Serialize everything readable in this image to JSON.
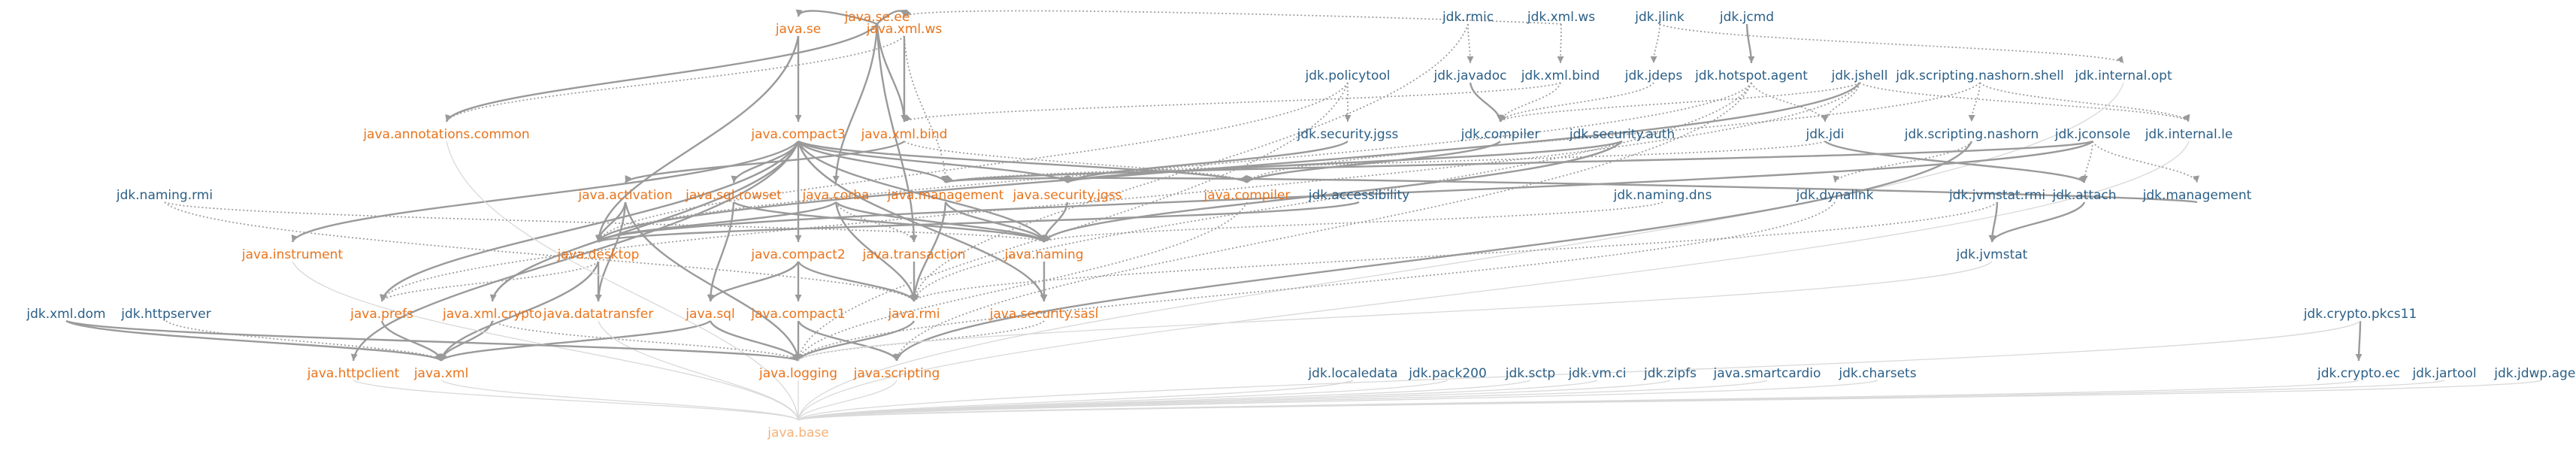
{
  "colors": {
    "java_module": "#e8741c",
    "jdk_module": "#2b5f86",
    "base_module": "#f4b27a",
    "edge": "#9a9a9a",
    "edge_faint": "#d9d9d9"
  },
  "nodes": [
    {
      "id": "java.se.ee",
      "group": "java"
    },
    {
      "id": "java.se",
      "group": "java"
    },
    {
      "id": "java.xml.ws",
      "group": "java"
    },
    {
      "id": "java.annotations.common",
      "group": "java"
    },
    {
      "id": "java.compact3",
      "group": "java"
    },
    {
      "id": "java.xml.bind",
      "group": "java"
    },
    {
      "id": "java.activation",
      "group": "java"
    },
    {
      "id": "java.sql.rowset",
      "group": "java"
    },
    {
      "id": "java.corba",
      "group": "java"
    },
    {
      "id": "java.management",
      "group": "java"
    },
    {
      "id": "java.security.jgss",
      "group": "java"
    },
    {
      "id": "java.compiler",
      "group": "java"
    },
    {
      "id": "java.instrument",
      "group": "java"
    },
    {
      "id": "java.desktop",
      "group": "java"
    },
    {
      "id": "java.compact2",
      "group": "java"
    },
    {
      "id": "java.transaction",
      "group": "java"
    },
    {
      "id": "java.naming",
      "group": "java"
    },
    {
      "id": "java.prefs",
      "group": "java"
    },
    {
      "id": "java.xml.crypto",
      "group": "java"
    },
    {
      "id": "java.datatransfer",
      "group": "java"
    },
    {
      "id": "java.sql",
      "group": "java"
    },
    {
      "id": "java.compact1",
      "group": "java"
    },
    {
      "id": "java.rmi",
      "group": "java"
    },
    {
      "id": "java.security.sasl",
      "group": "java"
    },
    {
      "id": "java.httpclient",
      "group": "java"
    },
    {
      "id": "java.xml",
      "group": "java"
    },
    {
      "id": "java.logging",
      "group": "java"
    },
    {
      "id": "java.scripting",
      "group": "java"
    },
    {
      "id": "java.base",
      "group": "base"
    },
    {
      "id": "jdk.rmic",
      "group": "jdk"
    },
    {
      "id": "jdk.xml.ws",
      "group": "jdk"
    },
    {
      "id": "jdk.jlink",
      "group": "jdk"
    },
    {
      "id": "jdk.jcmd",
      "group": "jdk"
    },
    {
      "id": "jdk.policytool",
      "group": "jdk"
    },
    {
      "id": "jdk.javadoc",
      "group": "jdk"
    },
    {
      "id": "jdk.xml.bind",
      "group": "jdk"
    },
    {
      "id": "jdk.jdeps",
      "group": "jdk"
    },
    {
      "id": "jdk.hotspot.agent",
      "group": "jdk"
    },
    {
      "id": "jdk.jshell",
      "group": "jdk"
    },
    {
      "id": "jdk.scripting.nashorn.shell",
      "group": "jdk"
    },
    {
      "id": "jdk.internal.opt",
      "group": "jdk"
    },
    {
      "id": "jdk.security.jgss",
      "group": "jdk"
    },
    {
      "id": "jdk.compiler",
      "group": "jdk"
    },
    {
      "id": "jdk.security.auth",
      "group": "jdk"
    },
    {
      "id": "jdk.jdi",
      "group": "jdk"
    },
    {
      "id": "jdk.scripting.nashorn",
      "group": "jdk"
    },
    {
      "id": "jdk.jconsole",
      "group": "jdk"
    },
    {
      "id": "jdk.internal.le",
      "group": "jdk"
    },
    {
      "id": "jdk.naming.rmi",
      "group": "jdk"
    },
    {
      "id": "jdk.accessibility",
      "group": "jdk"
    },
    {
      "id": "jdk.naming.dns",
      "group": "jdk"
    },
    {
      "id": "jdk.dynalink",
      "group": "jdk"
    },
    {
      "id": "jdk.jvmstat.rmi",
      "group": "jdk"
    },
    {
      "id": "jdk.attach",
      "group": "jdk"
    },
    {
      "id": "jdk.management",
      "group": "jdk"
    },
    {
      "id": "jdk.jvmstat",
      "group": "jdk"
    },
    {
      "id": "jdk.xml.dom",
      "group": "jdk"
    },
    {
      "id": "jdk.httpserver",
      "group": "jdk"
    },
    {
      "id": "jdk.crypto.pkcs11",
      "group": "jdk"
    },
    {
      "id": "jdk.localedata",
      "group": "jdk"
    },
    {
      "id": "jdk.pack200",
      "group": "jdk"
    },
    {
      "id": "jdk.sctp",
      "group": "jdk"
    },
    {
      "id": "jdk.vm.ci",
      "group": "jdk"
    },
    {
      "id": "jdk.zipfs",
      "group": "jdk"
    },
    {
      "id": "java.smartcardio",
      "group": "jdk"
    },
    {
      "id": "jdk.charsets",
      "group": "jdk"
    },
    {
      "id": "jdk.crypto.ec",
      "group": "jdk"
    },
    {
      "id": "jdk.jartool",
      "group": "jdk"
    },
    {
      "id": "jdk.jdwp.agent",
      "group": "jdk"
    }
  ],
  "edges": [
    {
      "from": "java.se.ee",
      "to": "java.se",
      "style": "solid"
    },
    {
      "from": "java.se.ee",
      "to": "java.xml.ws",
      "style": "solid"
    },
    {
      "from": "java.se.ee",
      "to": "java.annotations.common",
      "style": "solid"
    },
    {
      "from": "java.se.ee",
      "to": "java.corba",
      "style": "solid"
    },
    {
      "from": "java.se.ee",
      "to": "java.transaction",
      "style": "solid"
    },
    {
      "from": "java.se.ee",
      "to": "java.xml.bind",
      "style": "solid"
    },
    {
      "from": "java.se",
      "to": "java.compact3",
      "style": "solid"
    },
    {
      "from": "java.se",
      "to": "java.desktop",
      "style": "solid"
    },
    {
      "from": "java.xml.ws",
      "to": "java.xml.bind",
      "style": "solid"
    },
    {
      "from": "java.xml.ws",
      "to": "java.annotations.common",
      "style": "dotted"
    },
    {
      "from": "java.xml.ws",
      "to": "java.management",
      "style": "dotted"
    },
    {
      "from": "java.xml.bind",
      "to": "java.activation",
      "style": "solid"
    },
    {
      "from": "java.xml.bind",
      "to": "java.compiler",
      "style": "dotted"
    },
    {
      "from": "java.compact3",
      "to": "java.compact2",
      "style": "solid"
    },
    {
      "from": "java.compact3",
      "to": "java.sql.rowset",
      "style": "solid"
    },
    {
      "from": "java.compact3",
      "to": "java.management",
      "style": "solid"
    },
    {
      "from": "java.compact3",
      "to": "java.security.jgss",
      "style": "solid"
    },
    {
      "from": "java.compact3",
      "to": "java.compiler",
      "style": "solid"
    },
    {
      "from": "java.compact3",
      "to": "java.instrument",
      "style": "solid"
    },
    {
      "from": "java.compact3",
      "to": "java.prefs",
      "style": "solid"
    },
    {
      "from": "java.compact3",
      "to": "java.xml.crypto",
      "style": "solid"
    },
    {
      "from": "java.compact3",
      "to": "java.httpclient",
      "style": "solid"
    },
    {
      "from": "java.compact3",
      "to": "java.security.sasl",
      "style": "solid"
    },
    {
      "from": "java.compact3",
      "to": "java.naming",
      "style": "solid"
    },
    {
      "from": "java.activation",
      "to": "java.desktop",
      "style": "solid"
    },
    {
      "from": "java.activation",
      "to": "java.datatransfer",
      "style": "solid"
    },
    {
      "from": "java.activation",
      "to": "java.logging",
      "style": "solid"
    },
    {
      "from": "java.sql.rowset",
      "to": "java.sql",
      "style": "solid"
    },
    {
      "from": "java.sql.rowset",
      "to": "java.naming",
      "style": "solid"
    },
    {
      "from": "java.corba",
      "to": "java.desktop",
      "style": "solid"
    },
    {
      "from": "java.corba",
      "to": "java.rmi",
      "style": "solid"
    },
    {
      "from": "java.corba",
      "to": "java.naming",
      "style": "solid"
    },
    {
      "from": "java.corba",
      "to": "java.transaction",
      "style": "dotted"
    },
    {
      "from": "java.management",
      "to": "java.naming",
      "style": "solid"
    },
    {
      "from": "java.management",
      "to": "java.rmi",
      "style": "solid"
    },
    {
      "from": "java.security.jgss",
      "to": "java.naming",
      "style": "solid"
    },
    {
      "from": "java.compiler",
      "to": "java.logging",
      "style": "dotted"
    },
    {
      "from": "java.desktop",
      "to": "java.prefs",
      "style": "dotted"
    },
    {
      "from": "java.desktop",
      "to": "java.xml",
      "style": "solid"
    },
    {
      "from": "java.desktop",
      "to": "java.datatransfer",
      "style": "solid"
    },
    {
      "from": "java.compact2",
      "to": "java.compact1",
      "style": "solid"
    },
    {
      "from": "java.compact2",
      "to": "java.sql",
      "style": "solid"
    },
    {
      "from": "java.compact2",
      "to": "java.rmi",
      "style": "solid"
    },
    {
      "from": "java.transaction",
      "to": "java.rmi",
      "style": "solid"
    },
    {
      "from": "java.naming",
      "to": "java.security.sasl",
      "style": "solid"
    },
    {
      "from": "java.prefs",
      "to": "java.xml",
      "style": "solid"
    },
    {
      "from": "java.xml.crypto",
      "to": "java.xml",
      "style": "solid"
    },
    {
      "from": "java.xml.crypto",
      "to": "java.logging",
      "style": "dotted"
    },
    {
      "from": "java.sql",
      "to": "java.xml",
      "style": "solid"
    },
    {
      "from": "java.sql",
      "to": "java.logging",
      "style": "solid"
    },
    {
      "from": "java.compact1",
      "to": "java.logging",
      "style": "solid"
    },
    {
      "from": "java.compact1",
      "to": "java.scripting",
      "style": "solid"
    },
    {
      "from": "java.rmi",
      "to": "java.logging",
      "style": "solid"
    },
    {
      "from": "java.security.sasl",
      "to": "java.logging",
      "style": "dotted"
    },
    {
      "from": "java.httpclient",
      "to": "java.base",
      "style": "faint"
    },
    {
      "from": "java.xml",
      "to": "java.base",
      "style": "faint"
    },
    {
      "from": "java.logging",
      "to": "java.base",
      "style": "faint"
    },
    {
      "from": "java.scripting",
      "to": "java.base",
      "style": "faint"
    },
    {
      "from": "java.datatransfer",
      "to": "java.base",
      "style": "faint"
    },
    {
      "from": "java.instrument",
      "to": "java.base",
      "style": "faint"
    },
    {
      "from": "java.annotations.common",
      "to": "java.base",
      "style": "faint"
    },
    {
      "from": "jdk.xml.dom",
      "to": "java.xml",
      "style": "solid"
    },
    {
      "from": "jdk.xml.dom",
      "to": "java.logging",
      "style": "solid"
    },
    {
      "from": "jdk.httpserver",
      "to": "java.xml",
      "style": "dotted"
    },
    {
      "from": "jdk.naming.rmi",
      "to": "java.rmi",
      "style": "dotted"
    },
    {
      "from": "jdk.naming.rmi",
      "to": "java.naming",
      "style": "dotted"
    },
    {
      "from": "jdk.policytool",
      "to": "jdk.security.jgss",
      "style": "dotted"
    },
    {
      "from": "jdk.policytool",
      "to": "java.desktop",
      "style": "dotted"
    },
    {
      "from": "jdk.policytool",
      "to": "java.logging",
      "style": "dotted"
    },
    {
      "from": "jdk.rmic",
      "to": "jdk.javadoc",
      "style": "dotted"
    },
    {
      "from": "jdk.rmic",
      "to": "java.rmi",
      "style": "dotted"
    },
    {
      "from": "jdk.xml.ws",
      "to": "jdk.xml.bind",
      "style": "dotted"
    },
    {
      "from": "jdk.xml.ws",
      "to": "java.xml.ws",
      "style": "dotted"
    },
    {
      "from": "jdk.javadoc",
      "to": "jdk.compiler",
      "style": "solid"
    },
    {
      "from": "jdk.xml.bind",
      "to": "jdk.compiler",
      "style": "dotted"
    },
    {
      "from": "jdk.xml.bind",
      "to": "java.xml.bind",
      "style": "dotted"
    },
    {
      "from": "jdk.jlink",
      "to": "jdk.jdeps",
      "style": "dotted"
    },
    {
      "from": "jdk.jlink",
      "to": "jdk.internal.opt",
      "style": "dotted"
    },
    {
      "from": "jdk.jcmd",
      "to": "jdk.hotspot.agent",
      "style": "solid"
    },
    {
      "from": "jdk.jdeps",
      "to": "jdk.compiler",
      "style": "dotted"
    },
    {
      "from": "jdk.hotspot.agent",
      "to": "jdk.jdi",
      "style": "dotted"
    },
    {
      "from": "jdk.hotspot.agent",
      "to": "java.desktop",
      "style": "dotted"
    },
    {
      "from": "jdk.hotspot.agent",
      "to": "java.scripting",
      "style": "dotted"
    },
    {
      "from": "jdk.hotspot.agent",
      "to": "java.rmi",
      "style": "dotted"
    },
    {
      "from": "jdk.jshell",
      "to": "jdk.jdi",
      "style": "dotted"
    },
    {
      "from": "jdk.jshell",
      "to": "jdk.internal.le",
      "style": "dotted"
    },
    {
      "from": "jdk.jshell",
      "to": "jdk.compiler",
      "style": "dotted"
    },
    {
      "from": "jdk.jshell",
      "to": "java.desktop",
      "style": "solid"
    },
    {
      "from": "jdk.jshell",
      "to": "java.prefs",
      "style": "dotted"
    },
    {
      "from": "jdk.scripting.nashorn.shell",
      "to": "jdk.scripting.nashorn",
      "style": "dotted"
    },
    {
      "from": "jdk.scripting.nashorn.shell",
      "to": "jdk.internal.le",
      "style": "dotted"
    },
    {
      "from": "jdk.scripting.nashorn.shell",
      "to": "java.compiler",
      "style": "dotted"
    },
    {
      "from": "jdk.internal.opt",
      "to": "java.base",
      "style": "faint"
    },
    {
      "from": "jdk.security.jgss",
      "to": "java.security.jgss",
      "style": "solid"
    },
    {
      "from": "jdk.compiler",
      "to": "java.compiler",
      "style": "solid"
    },
    {
      "from": "jdk.security.auth",
      "to": "java.naming",
      "style": "solid"
    },
    {
      "from": "jdk.security.auth",
      "to": "java.security.jgss",
      "style": "solid"
    },
    {
      "from": "jdk.jdi",
      "to": "jdk.attach",
      "style": "solid"
    },
    {
      "from": "jdk.jdi",
      "to": "java.management",
      "style": "dotted"
    },
    {
      "from": "jdk.scripting.nashorn",
      "to": "jdk.dynalink",
      "style": "dotted"
    },
    {
      "from": "jdk.scripting.nashorn",
      "to": "java.scripting",
      "style": "solid"
    },
    {
      "from": "jdk.jconsole",
      "to": "jdk.attach",
      "style": "dotted"
    },
    {
      "from": "jdk.jconsole",
      "to": "jdk.management",
      "style": "dotted"
    },
    {
      "from": "jdk.jconsole",
      "to": "java.desktop",
      "style": "solid"
    },
    {
      "from": "jdk.jconsole",
      "to": "java.management",
      "style": "solid"
    },
    {
      "from": "jdk.internal.le",
      "to": "java.base",
      "style": "faint"
    },
    {
      "from": "jdk.accessibility",
      "to": "java.desktop",
      "style": "solid"
    },
    {
      "from": "jdk.naming.dns",
      "to": "java.naming",
      "style": "dotted"
    },
    {
      "from": "jdk.dynalink",
      "to": "java.logging",
      "style": "dotted"
    },
    {
      "from": "jdk.jvmstat.rmi",
      "to": "jdk.jvmstat",
      "style": "solid"
    },
    {
      "from": "jdk.jvmstat.rmi",
      "to": "java.rmi",
      "style": "dotted"
    },
    {
      "from": "jdk.attach",
      "to": "jdk.jvmstat",
      "style": "solid"
    },
    {
      "from": "jdk.management",
      "to": "java.management",
      "style": "solid"
    },
    {
      "from": "jdk.jvmstat",
      "to": "java.logging",
      "style": "faint"
    },
    {
      "from": "jdk.crypto.pkcs11",
      "to": "jdk.crypto.ec",
      "style": "solid"
    },
    {
      "from": "jdk.crypto.pkcs11",
      "to": "java.base",
      "style": "faint"
    },
    {
      "from": "jdk.crypto.ec",
      "to": "java.base",
      "style": "faint"
    },
    {
      "from": "jdk.jartool",
      "to": "java.base",
      "style": "faint"
    },
    {
      "from": "jdk.jdwp.agent",
      "to": "java.base",
      "style": "faint"
    },
    {
      "from": "jdk.localedata",
      "to": "java.base",
      "style": "faint"
    },
    {
      "from": "jdk.pack200",
      "to": "java.base",
      "style": "faint"
    },
    {
      "from": "jdk.sctp",
      "to": "java.base",
      "style": "faint"
    },
    {
      "from": "jdk.vm.ci",
      "to": "java.base",
      "style": "faint"
    },
    {
      "from": "jdk.zipfs",
      "to": "java.base",
      "style": "faint"
    },
    {
      "from": "java.smartcardio",
      "to": "java.base",
      "style": "faint"
    },
    {
      "from": "jdk.charsets",
      "to": "java.base",
      "style": "faint"
    }
  ]
}
